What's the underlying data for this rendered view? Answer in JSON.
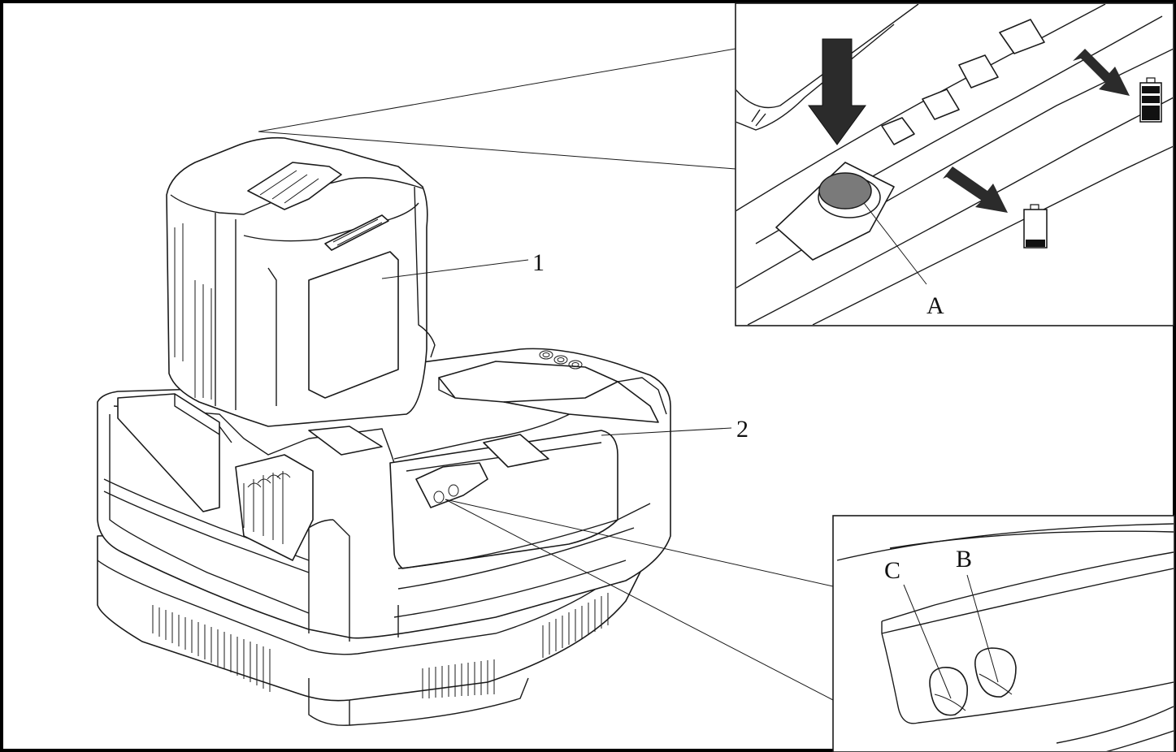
{
  "labels": {
    "part_1": "1",
    "part_2": "2",
    "detail_a": "A",
    "detail_b": "B",
    "detail_c": "C"
  },
  "components": {
    "battery_pack": "battery-pack",
    "charger_base": "charger-base",
    "release_button": "release-button",
    "charge_indicator_full": "battery-full-icon",
    "charge_indicator_empty": "battery-low-icon",
    "indicator_leds": "indicator-leds"
  },
  "colors": {
    "line": "#1a1a1a",
    "background": "#ffffff",
    "arrow_fill": "#2b2b2b",
    "button_fill": "#7a7a7a"
  }
}
